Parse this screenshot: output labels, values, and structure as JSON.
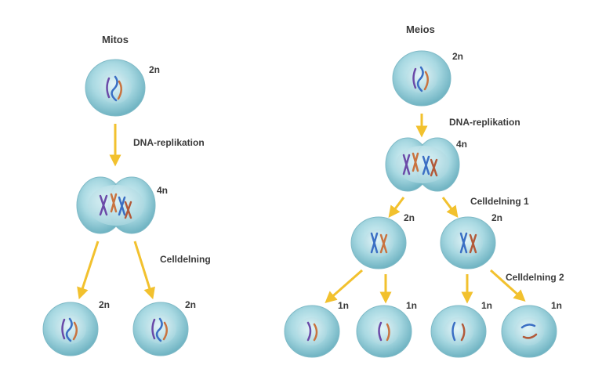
{
  "colors": {
    "arrow": "#f2c12e",
    "cell_outer": "#8fcbd6",
    "cell_inner": "#bfe3ea",
    "chrom_blue": "#3b6fc4",
    "chrom_purple": "#6b4aa8",
    "chrom_orange": "#c9733f",
    "chrom_rust": "#b25a3a"
  },
  "mitos": {
    "title": "Mitos",
    "parent_ploidy": "2n",
    "replication_label": "DNA-replikation",
    "replicated_ploidy": "4n",
    "division_label": "Celldelning",
    "daughter_left_ploidy": "2n",
    "daughter_right_ploidy": "2n"
  },
  "meios": {
    "title": "Meios",
    "parent_ploidy": "2n",
    "replication_label": "DNA-replikation",
    "replicated_ploidy": "4n",
    "division1_label": "Celldelning 1",
    "mid_left_ploidy": "2n",
    "mid_right_ploidy": "2n",
    "division2_label": "Celldelning 2",
    "gametes": [
      "1n",
      "1n",
      "1n",
      "1n"
    ]
  }
}
